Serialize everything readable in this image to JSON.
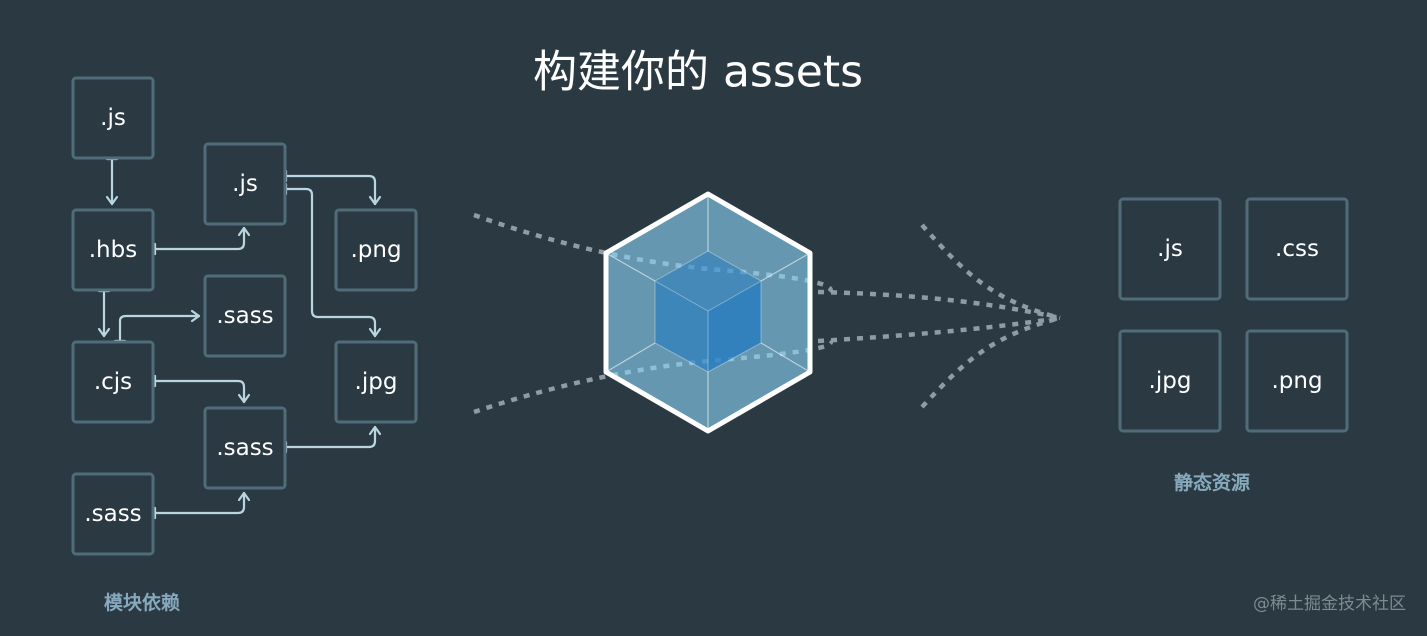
{
  "title": "构建你的 assets",
  "modules": {
    "caption": "模块依赖",
    "nodes": [
      {
        "id": "js1",
        "label": ".js"
      },
      {
        "id": "hbs",
        "label": ".hbs"
      },
      {
        "id": "cjs",
        "label": ".cjs"
      },
      {
        "id": "sass3",
        "label": ".sass"
      },
      {
        "id": "js2",
        "label": ".js"
      },
      {
        "id": "sass1",
        "label": ".sass"
      },
      {
        "id": "sass2",
        "label": ".sass"
      },
      {
        "id": "png",
        "label": ".png"
      },
      {
        "id": "jpg",
        "label": ".jpg"
      }
    ],
    "edges": [
      {
        "from": "js1",
        "to": "hbs"
      },
      {
        "from": "hbs",
        "to": "cjs"
      },
      {
        "from": "hbs",
        "to": "js2"
      },
      {
        "from": "js2",
        "to": "png"
      },
      {
        "from": "js2",
        "to": "jpg"
      },
      {
        "from": "cjs",
        "to": "sass1"
      },
      {
        "from": "cjs",
        "to": "sass2"
      },
      {
        "from": "sass2",
        "to": "jpg"
      },
      {
        "from": "sass3",
        "to": "sass2"
      }
    ]
  },
  "logo": {
    "icon": "webpack-cube-icon",
    "colors": {
      "outer_fill": "#8ed6fb",
      "outer_stroke": "#ffffff",
      "inner_fill": "#1c78c0"
    }
  },
  "assets": {
    "caption": "静态资源",
    "files": [
      {
        "label": ".js"
      },
      {
        "label": ".css"
      },
      {
        "label": ".jpg"
      },
      {
        "label": ".png"
      }
    ]
  },
  "watermark": "@稀土掘金技术社区",
  "colors": {
    "background": "#2b3a42",
    "box_border": "#4f6c78",
    "arrow": "#b9d5df",
    "caption": "#86a9bd",
    "stream": "#8e9da5"
  }
}
